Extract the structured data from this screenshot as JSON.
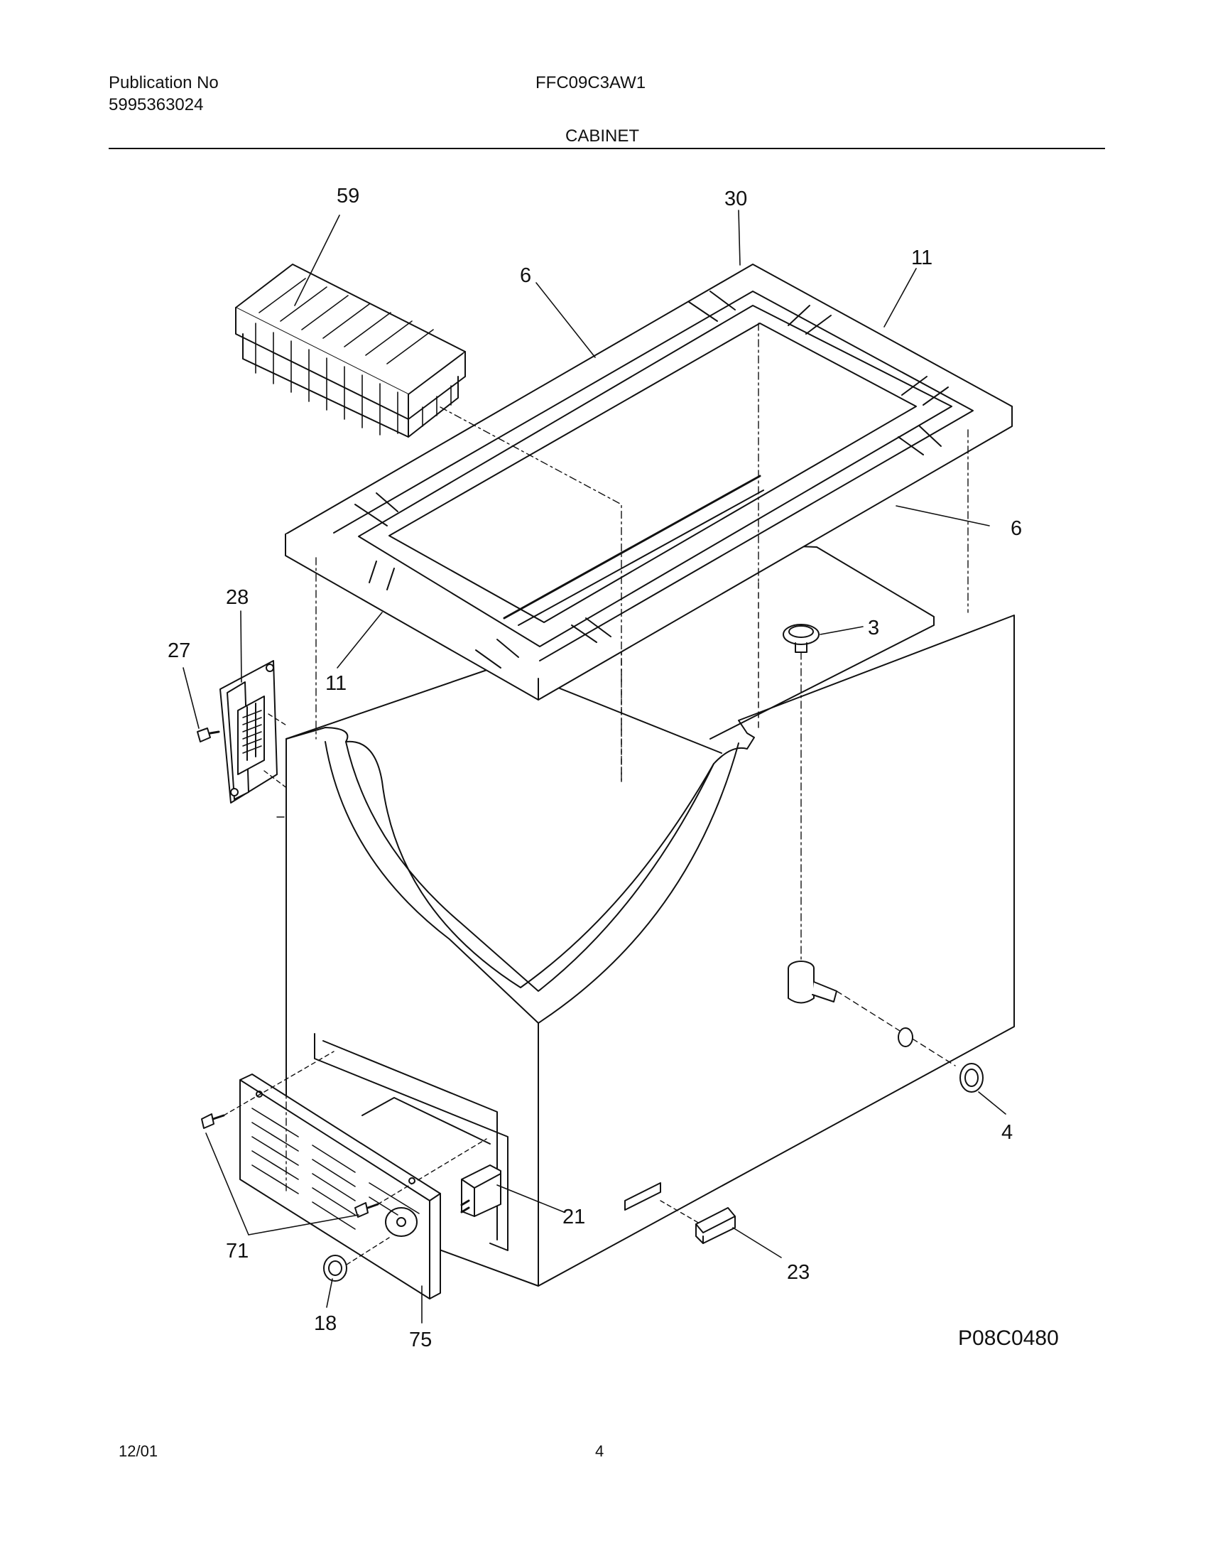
{
  "header": {
    "publication_label": "Publication No",
    "publication_number": "5995363024",
    "model": "FFC09C3AW1",
    "section": "CABINET"
  },
  "diagram": {
    "figure_code": "P08C0480",
    "callouts": [
      "59",
      "30",
      "11",
      "6",
      "6",
      "28",
      "27",
      "11",
      "3",
      "4",
      "21",
      "71",
      "23",
      "18",
      "75"
    ],
    "parts": [
      "storage-basket",
      "lid-gasket-frame",
      "cabinet",
      "hinge",
      "drain-fitting",
      "drain-plug",
      "machine-compartment-cover",
      "power-switch",
      "thermostat-knob",
      "screw"
    ]
  },
  "footer": {
    "date": "12/01",
    "page": "4"
  }
}
